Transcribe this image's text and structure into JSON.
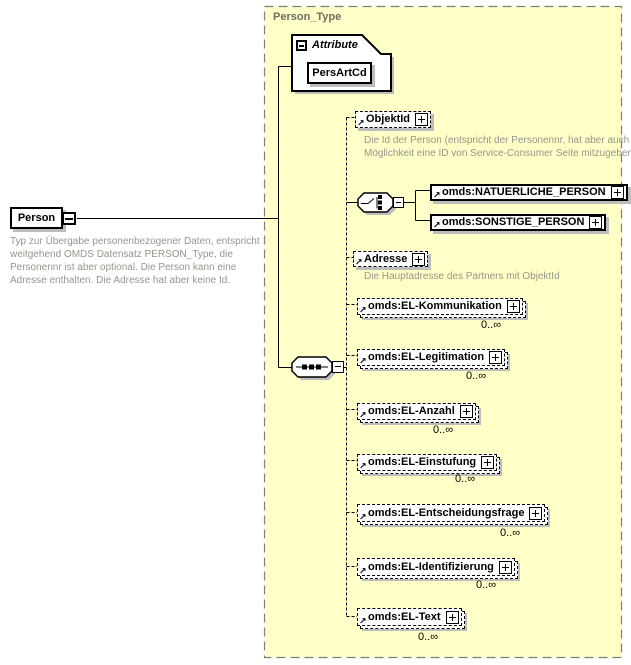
{
  "person": {
    "label": "Person",
    "annotation": "Typ zur Übergabe personenbezogener Daten, entspricht weitgehend OMDS Datensatz PERSON_Type, die Personennr ist aber optional. Die Person kann eine Adresse enthalten. Die Adresse hat aber keine Id."
  },
  "panel": {
    "title": "Person_Type",
    "attribute_tab_label": "Attribute",
    "attributes": [
      {
        "name": "PersArtCd"
      }
    ],
    "children": [
      {
        "label": "ObjektId",
        "optional": true,
        "description": "Die Id der Person (entspricht der Personennr, hat aber auch die Möglichkeit eine ID von Service-Consumer Seite mitzugeben)"
      },
      {
        "label": "omds:NATUERLICHE_PERSON",
        "choice_branch": true
      },
      {
        "label": "omds:SONSTIGE_PERSON",
        "choice_branch": true
      },
      {
        "label": "Adresse",
        "optional": true,
        "description": "Die Hauptadresse des Partners mit ObjektId"
      },
      {
        "label": "omds:EL-Kommunikation",
        "cardinality": "0..∞"
      },
      {
        "label": "omds:EL-Legitimation",
        "cardinality": "0..∞"
      },
      {
        "label": "omds:EL-Anzahl",
        "cardinality": "0..∞"
      },
      {
        "label": "omds:EL-Einstufung",
        "cardinality": "0..∞"
      },
      {
        "label": "omds:EL-Entscheidungsfrage",
        "cardinality": "0..∞"
      },
      {
        "label": "omds:EL-Identifizierung",
        "cardinality": "0..∞"
      },
      {
        "label": "omds:EL-Text",
        "cardinality": "0..∞"
      }
    ]
  },
  "icons": {
    "reference_arrow": "↗"
  },
  "colors": {
    "panel_fill": "#FFFFC8",
    "panel_border": "#7F7F7F",
    "box_shadow": "#BDBDBD",
    "annotation_text": "#96968C",
    "title_text": "#6E6E62"
  }
}
